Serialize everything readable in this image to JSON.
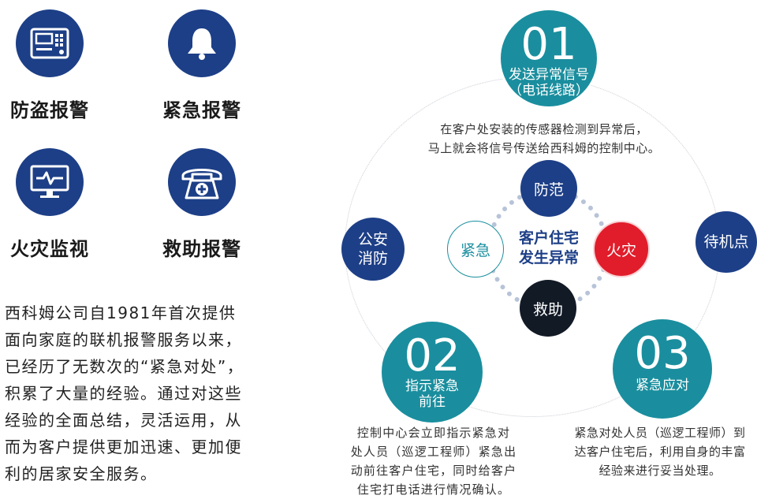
{
  "services": [
    {
      "label": "防盗报警",
      "icon": "alarm-panel-icon"
    },
    {
      "label": "紧急报警",
      "icon": "bell-icon"
    },
    {
      "label": "火灾监视",
      "icon": "monitor-pulse-icon"
    },
    {
      "label": "救助报警",
      "icon": "telephone-cross-icon"
    }
  ],
  "intro": {
    "lines": [
      "西科姆公司自1981年首次提供",
      "面向家庭的联机报警服务以来，",
      "已经历了无数次的“紧急对处”，",
      "积累了大量的经验。通过对这些",
      "经验的全面总结，灵活运用，从",
      "而为客户提供更加迅速、更加便",
      "利的居家安全服务。"
    ]
  },
  "steps": [
    {
      "num": "01",
      "title_lines": [
        "发送异常信号",
        "（电话线路）"
      ],
      "desc_lines": [
        "在客户处安装的传感器检测到异常后，",
        "马上就会将信号传送给西科姆的控制中心。"
      ]
    },
    {
      "num": "02",
      "title_lines": [
        "指示紧急",
        "前往"
      ],
      "desc_lines": [
        "控制中心会立即指示紧急对",
        "处人员（巡逻工程师）紧急出",
        "动前往客户住宅，同时给客户",
        "住宅打电话进行情况确认。"
      ]
    },
    {
      "num": "03",
      "title_lines": [
        "紧急应对"
      ],
      "desc_lines": [
        "紧急对处人员（巡逻工程师）到",
        "达客户住宅后，利用自身的丰富",
        "经验来进行妥当处理。"
      ]
    }
  ],
  "side_nodes": {
    "police": [
      "公安",
      "消防"
    ],
    "standby": "待机点"
  },
  "hub": {
    "lines": [
      "客户住宅",
      "发生异常"
    ],
    "prevent": "防范",
    "fire": "火灾",
    "rescue": "救助",
    "urgent": "紧急"
  },
  "colors": {
    "navy": "#1d3f87",
    "teal": "#1a8e9e",
    "red": "#e11d2b",
    "dark": "#121a26"
  }
}
